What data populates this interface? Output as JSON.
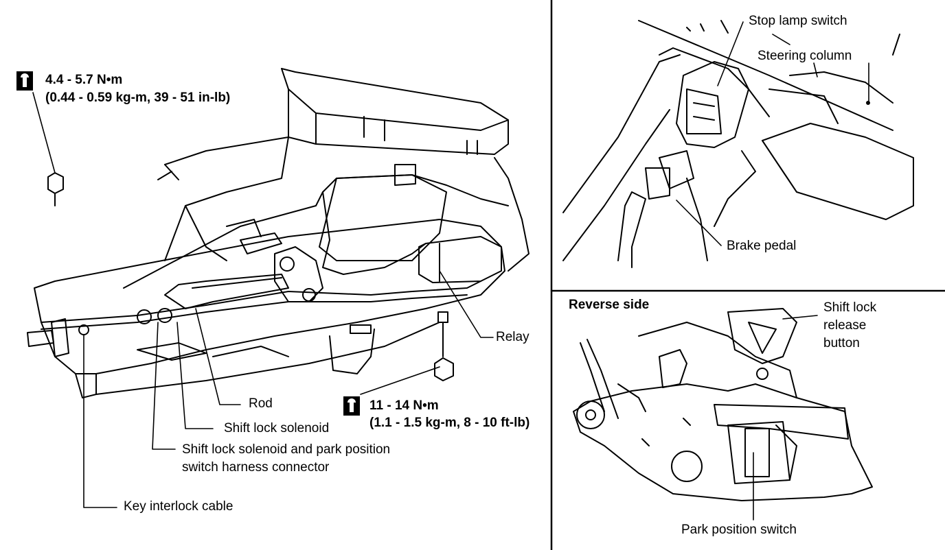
{
  "main_view": {
    "torque_top": {
      "icon": "torque-wrench-icon",
      "value": "4.4 - 5.7 N•m",
      "detail": "(0.44 - 0.59 kg-m, 39 - 51 in-lb)"
    },
    "torque_bottom": {
      "icon": "torque-wrench-icon",
      "value": "11 - 14 N•m",
      "detail": "(1.1 - 1.5 kg-m, 8 - 10 ft-lb)"
    },
    "labels": {
      "relay": "Relay",
      "rod": "Rod",
      "shift_lock_solenoid": "Shift lock solenoid",
      "harness_line1": "Shift lock solenoid and park position",
      "harness_line2": "switch harness connector",
      "key_interlock_cable": "Key interlock cable"
    }
  },
  "top_right_view": {
    "labels": {
      "stop_lamp_switch": "Stop lamp switch",
      "steering_column": "Steering column",
      "brake_pedal": "Brake pedal"
    }
  },
  "bottom_right_view": {
    "title": "Reverse side",
    "labels": {
      "release_line1": "Shift lock",
      "release_line2": "release",
      "release_line3": "button",
      "park_position_switch": "Park position switch"
    }
  }
}
